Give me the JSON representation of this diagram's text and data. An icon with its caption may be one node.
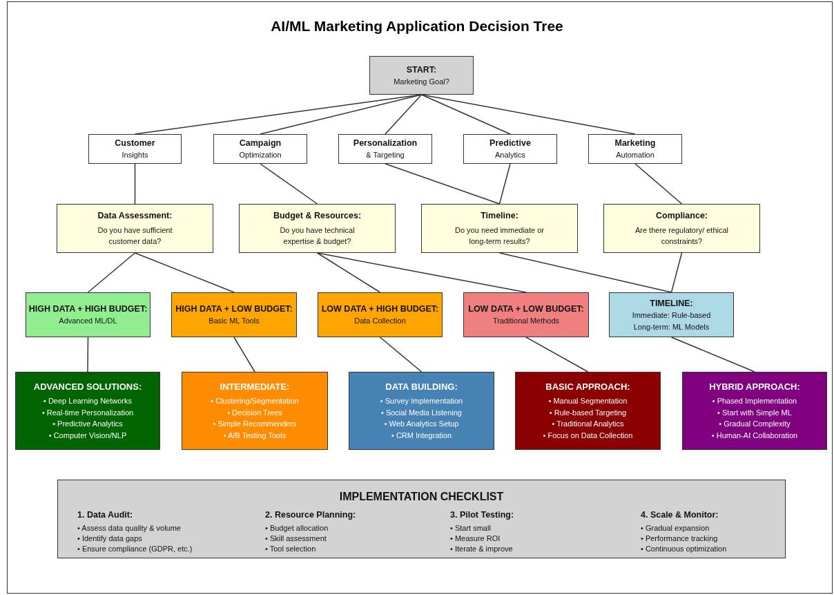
{
  "diagram": {
    "title": "AI/ML Marketing Application Decision Tree",
    "nodes": [
      {
        "text": [
          "START:",
          "Marketing Goal?"
        ]
      },
      {
        "text": [
          "Customer",
          "Insights"
        ]
      },
      {
        "text": [
          "Campaign",
          "Optimization"
        ]
      },
      {
        "text": [
          "Personalization",
          "& Targeting"
        ]
      },
      {
        "text": [
          "Predictive",
          "Analytics"
        ]
      },
      {
        "text": [
          "Marketing",
          "Automation"
        ]
      },
      {
        "text": [
          "Data Assessment:",
          "Do you have sufficient customer data?"
        ]
      },
      {
        "text": [
          "Budget & Resources:",
          "Do you have technical expertise & budget?"
        ]
      },
      {
        "text": [
          "Timeline:",
          "Do you need immediate or long-term results?"
        ]
      },
      {
        "text": [
          "Compliance:",
          "Are there regulatory/ ethical constraints?"
        ]
      },
      {
        "text": [
          "HIGH DATA + HIGH BUDGET:",
          "Advanced ML/DL"
        ]
      },
      {
        "text": [
          "HIGH DATA + LOW BUDGET:",
          "Basic ML Tools"
        ]
      },
      {
        "text": [
          "LOW DATA + HIGH BUDGET:",
          "Data Collection"
        ]
      },
      {
        "text": [
          "LOW DATA + LOW BUDGET:",
          "Traditional Methods"
        ]
      },
      {
        "text": [
          "TIMELINE:",
          "Immediate: Rule-based",
          "Long-term: ML Models"
        ]
      },
      {
        "text": [
          "ADVANCED SOLUTIONS:",
          "• Deep Learning Networks",
          "• Real-time Personalization",
          "• Predictive Analytics",
          "• Computer Vision/NLP"
        ]
      },
      {
        "text": [
          "INTERMEDIATE:",
          "• Clustering/Segmentation",
          "• Decision Trees",
          "• Simple Recommenders",
          "• A/B Testing Tools"
        ]
      },
      {
        "text": [
          "DATA BUILDING:",
          "• Survey Implementation",
          "• Social Media Listening",
          "• Web Analytics Setup",
          "• CRM Integration"
        ]
      },
      {
        "text": [
          "BASIC APPROACH:",
          "• Manual Segmentation",
          "• Rule-based Targeting",
          "• Traditional Analytics",
          "• Focus on Data Collection"
        ]
      },
      {
        "text": [
          "HYBRID APPROACH:",
          "• Phased Implementation",
          "• Start with Simple ML",
          "• Gradual Complexity",
          "• Human-AI Collaboration"
        ]
      },
      {
        "text": [
          "IMPLEMENTATION CHECKLIST"
        ]
      }
    ],
    "edges": [
      {
        "from": 0,
        "to": 1,
        "arrow": "none"
      },
      {
        "from": 0,
        "to": 2,
        "arrow": "none"
      },
      {
        "from": 0,
        "to": 3,
        "arrow": "none"
      },
      {
        "from": 0,
        "to": 4,
        "arrow": "none"
      },
      {
        "from": 0,
        "to": 5,
        "arrow": "none"
      },
      {
        "from": 1,
        "to": 6,
        "arrow": "none"
      },
      {
        "from": 2,
        "to": 7,
        "arrow": "none"
      },
      {
        "from": 3,
        "to": 8,
        "arrow": "none"
      },
      {
        "from": 4,
        "to": 8,
        "arrow": "none"
      },
      {
        "from": 5,
        "to": 9,
        "arrow": "none"
      },
      {
        "from": 6,
        "to": 10,
        "arrow": "none"
      },
      {
        "from": 6,
        "to": 11,
        "arrow": "none"
      },
      {
        "from": 7,
        "to": 12,
        "arrow": "none"
      },
      {
        "from": 7,
        "to": 13,
        "arrow": "none"
      },
      {
        "from": 8,
        "to": 14,
        "arrow": "none"
      },
      {
        "from": 9,
        "to": 14,
        "arrow": "none"
      },
      {
        "from": 10,
        "to": 15,
        "arrow": "none"
      },
      {
        "from": 11,
        "to": 16,
        "arrow": "none"
      },
      {
        "from": 12,
        "to": 17,
        "arrow": "none"
      },
      {
        "from": 13,
        "to": 18,
        "arrow": "none"
      },
      {
        "from": 14,
        "to": 19,
        "arrow": "none"
      }
    ],
    "labels": [
      "1. Data Audit:",
      "• Assess data quality & volume",
      "• Identify data gaps",
      "• Ensure compliance (GDPR, etc.)",
      "2. Resource Planning:",
      "• Budget allocation",
      "• Skill assessment",
      "• Tool selection",
      "3. Pilot Testing:",
      "• Start small",
      "• Measure ROI",
      "• Iterate & improve",
      "4. Scale & Monitor:",
      "• Gradual expansion",
      "• Performance tracking",
      "• Continuous optimization"
    ]
  }
}
